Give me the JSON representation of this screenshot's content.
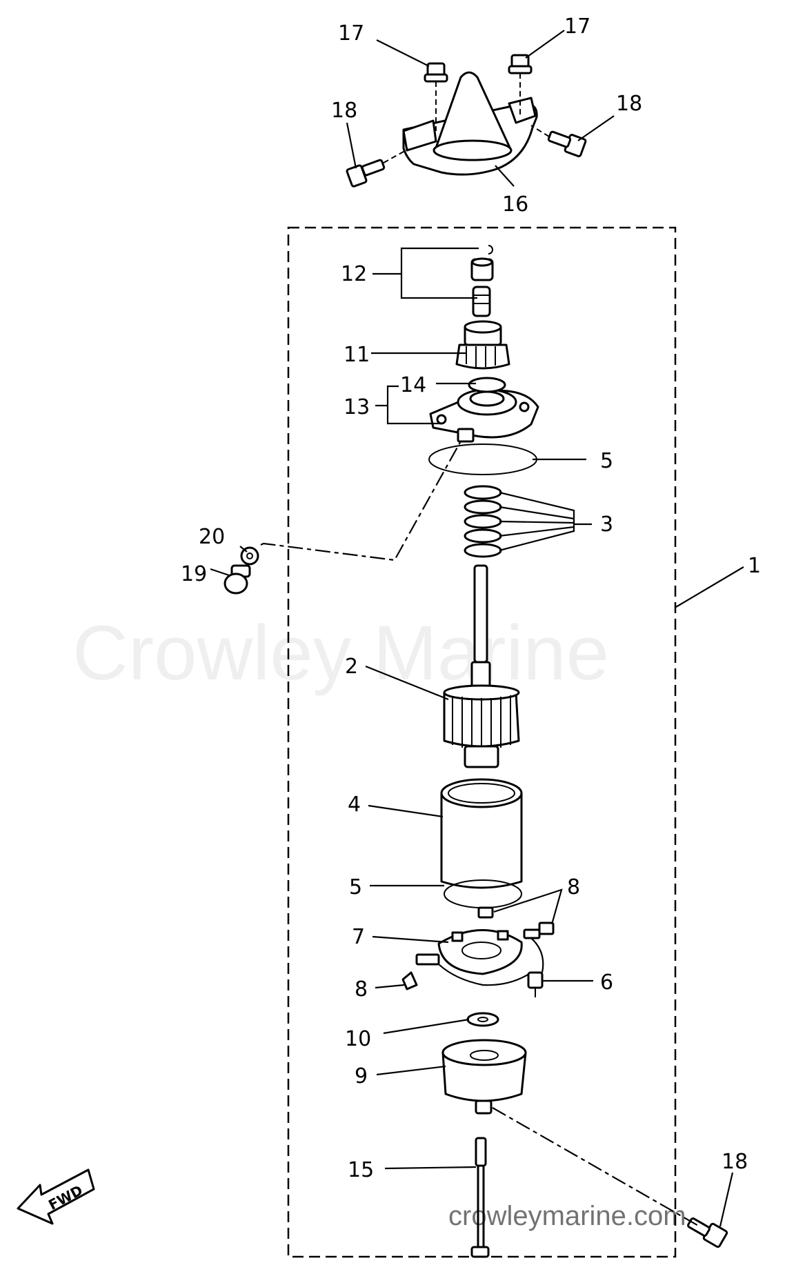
{
  "diagram": {
    "callouts": [
      {
        "id": "c17a",
        "text": "17"
      },
      {
        "id": "c17b",
        "text": "17"
      },
      {
        "id": "c18a",
        "text": "18"
      },
      {
        "id": "c18b",
        "text": "18"
      },
      {
        "id": "c16",
        "text": "16"
      },
      {
        "id": "c12",
        "text": "12"
      },
      {
        "id": "c11",
        "text": "11"
      },
      {
        "id": "c14",
        "text": "14"
      },
      {
        "id": "c13",
        "text": "13"
      },
      {
        "id": "c5a",
        "text": "5"
      },
      {
        "id": "c3",
        "text": "3"
      },
      {
        "id": "c20",
        "text": "20"
      },
      {
        "id": "c19",
        "text": "19"
      },
      {
        "id": "c1",
        "text": "1"
      },
      {
        "id": "c2",
        "text": "2"
      },
      {
        "id": "c4",
        "text": "4"
      },
      {
        "id": "c5b",
        "text": "5"
      },
      {
        "id": "c8a",
        "text": "8"
      },
      {
        "id": "c7",
        "text": "7"
      },
      {
        "id": "c6",
        "text": "6"
      },
      {
        "id": "c8b",
        "text": "8"
      },
      {
        "id": "c10",
        "text": "10"
      },
      {
        "id": "c9",
        "text": "9"
      },
      {
        "id": "c15",
        "text": "15"
      },
      {
        "id": "c18c",
        "text": "18"
      }
    ],
    "direction_label": "FWD",
    "watermark": "Crowley Marine",
    "watermark_url": "crowleymarine.com"
  }
}
